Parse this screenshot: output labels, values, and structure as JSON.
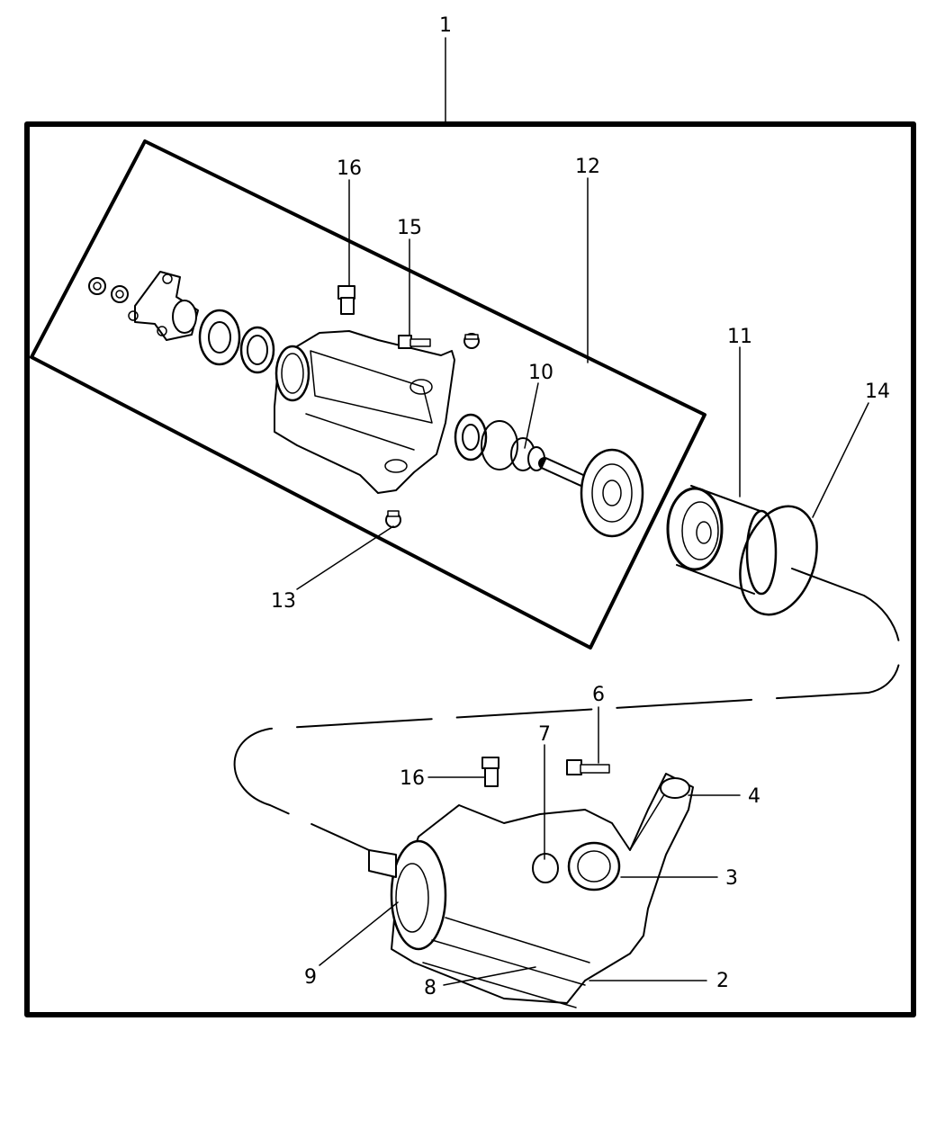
{
  "diagram": {
    "callouts": [
      {
        "id": "c1",
        "label": "1"
      },
      {
        "id": "c16a",
        "label": "16"
      },
      {
        "id": "c12",
        "label": "12"
      },
      {
        "id": "c15",
        "label": "15"
      },
      {
        "id": "c10",
        "label": "10"
      },
      {
        "id": "c11",
        "label": "11"
      },
      {
        "id": "c14",
        "label": "14"
      },
      {
        "id": "c13",
        "label": "13"
      },
      {
        "id": "c6",
        "label": "6"
      },
      {
        "id": "c7",
        "label": "7"
      },
      {
        "id": "c16b",
        "label": "16"
      },
      {
        "id": "c4",
        "label": "4"
      },
      {
        "id": "c3",
        "label": "3"
      },
      {
        "id": "c9",
        "label": "9"
      },
      {
        "id": "c8",
        "label": "8"
      },
      {
        "id": "c2",
        "label": "2"
      }
    ]
  }
}
